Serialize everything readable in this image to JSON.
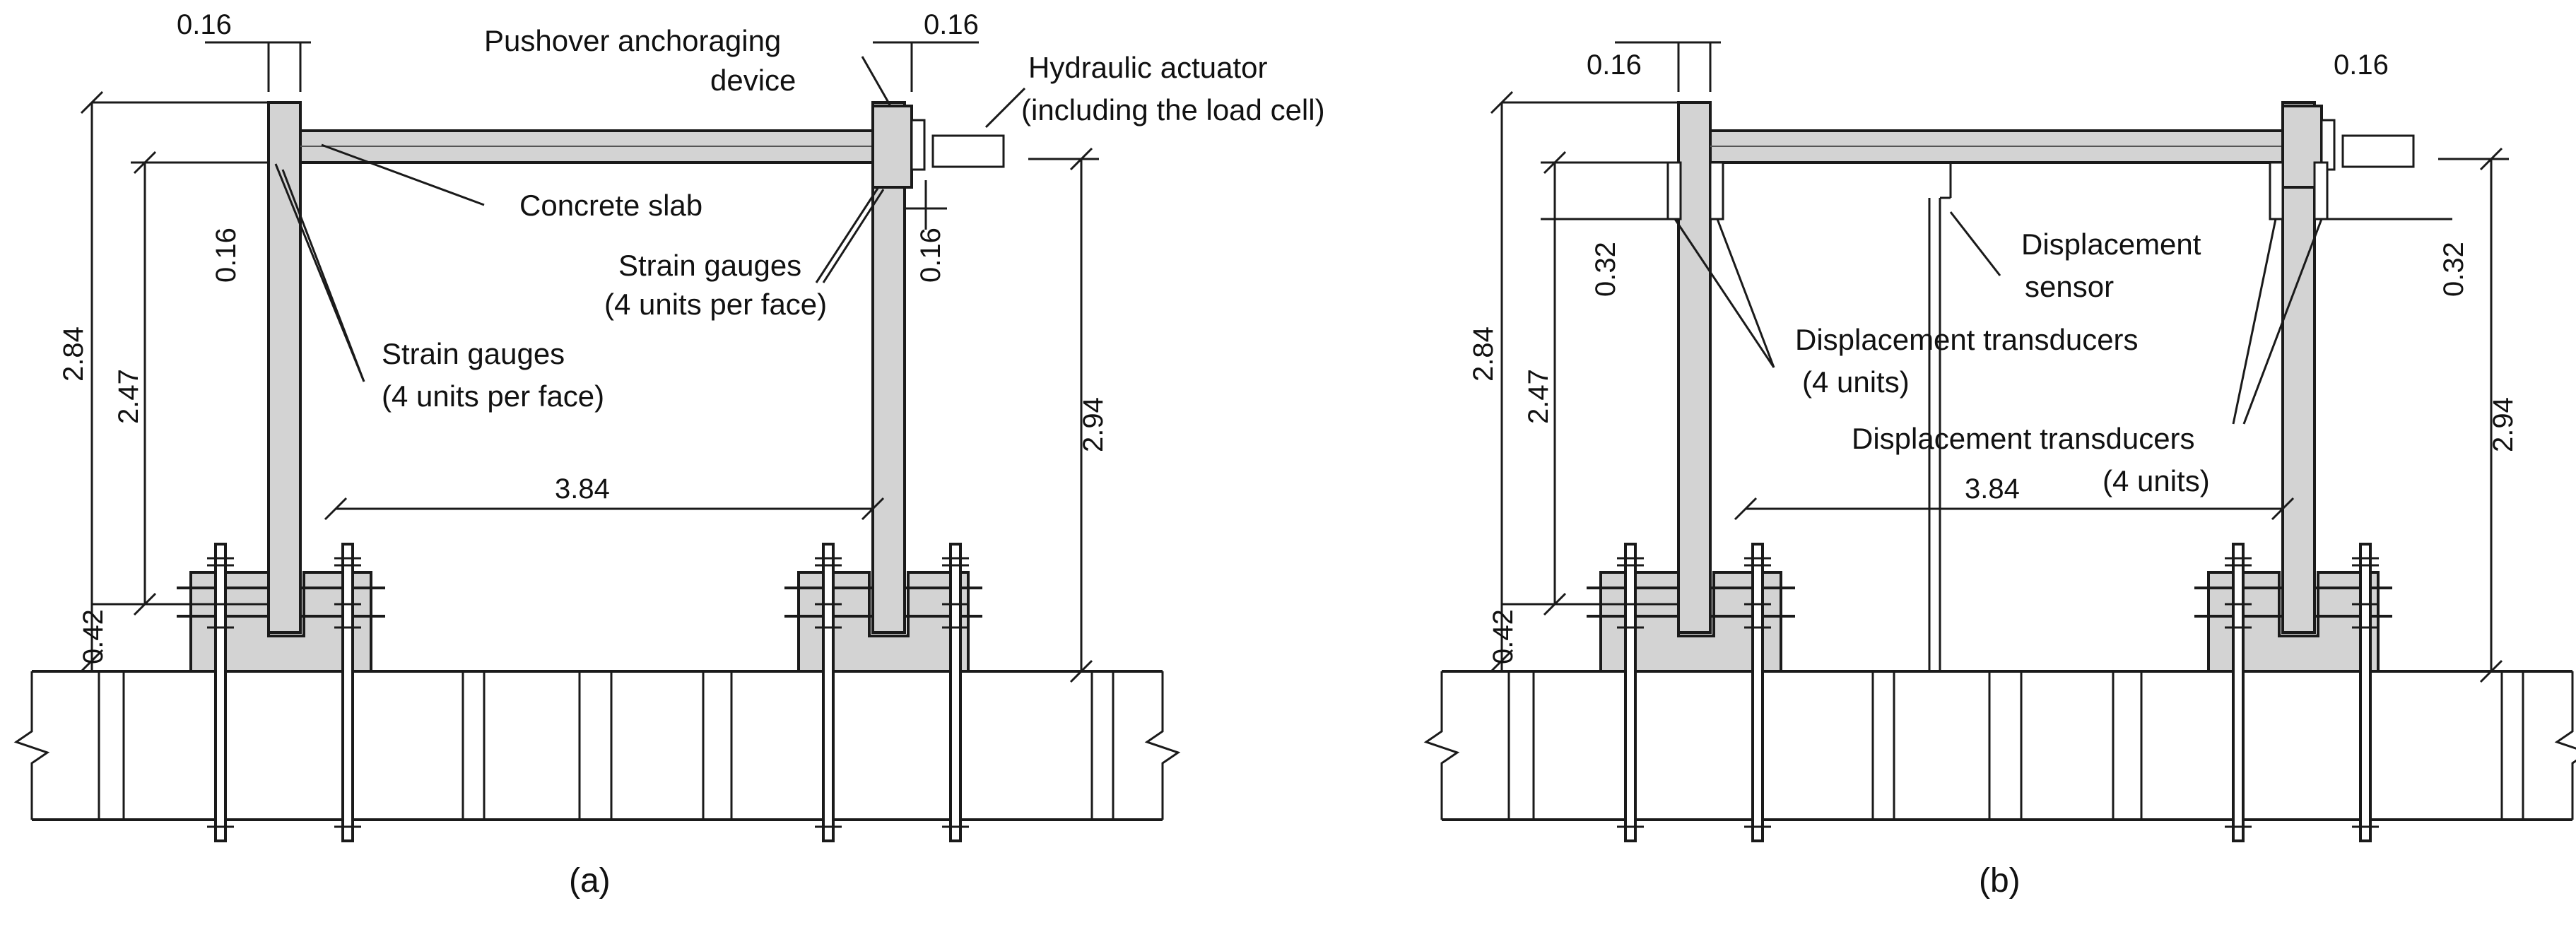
{
  "panels": [
    {
      "id": "a",
      "caption": "(a)",
      "dims": {
        "top_left": "0.16",
        "top_right": "0.16",
        "left_right_small": "0.16",
        "side_small": "0.16",
        "height_total": "2.84",
        "height_inner": "2.47",
        "foot": "0.42",
        "span": "3.84",
        "right_height": "2.94"
      },
      "labels": {
        "pushover": [
          "Pushover anchoraging",
          "device"
        ],
        "actuator": [
          "Hydraulic actuator",
          "(including the load cell)"
        ],
        "slab": "Concrete slab",
        "gauges_right": [
          "Strain gauges",
          "(4 units per face)"
        ],
        "gauges_left": [
          "Strain gauges",
          "(4 units per face)"
        ]
      }
    },
    {
      "id": "b",
      "caption": "(b)",
      "dims": {
        "top_left": "0.16",
        "top_right": "0.16",
        "left_side": "0.32",
        "right_side": "0.32",
        "height_total": "2.84",
        "height_inner": "2.47",
        "foot": "0.42",
        "span": "3.84",
        "right_height": "2.94"
      },
      "labels": {
        "sensor": [
          "Displacement",
          "sensor"
        ],
        "transducers_left": [
          "Displacement transducers",
          "(4 units)"
        ],
        "transducers_right": [
          "Displacement transducers",
          "(4 units)"
        ]
      }
    }
  ],
  "colors": {
    "fill": "#d3d3d3",
    "line": "#1a1a1a"
  }
}
